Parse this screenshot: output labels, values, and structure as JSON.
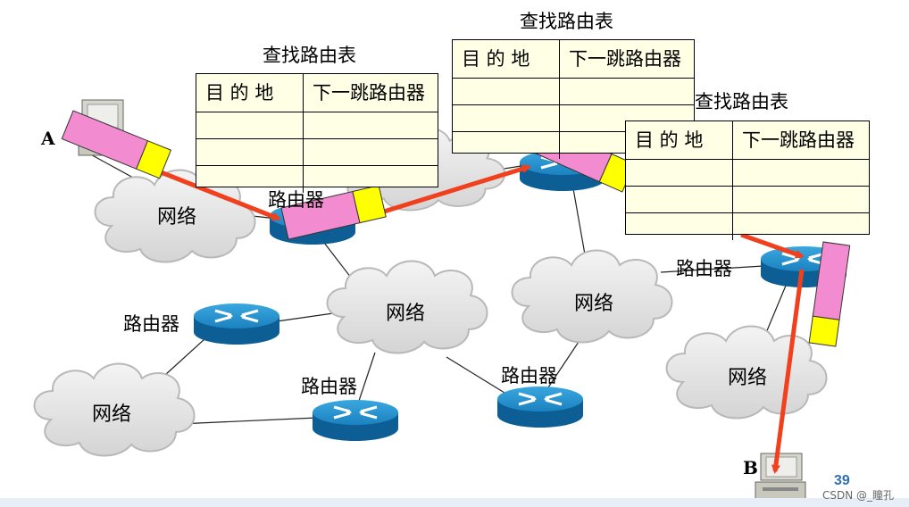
{
  "labels": {
    "network": "网络",
    "router": "路由器",
    "table_title": "查找路由表",
    "col_destination": "目 的 地",
    "col_next_hop": "下一跳路由器"
  },
  "hosts": {
    "a": "A",
    "b": "B"
  },
  "page_number": "39",
  "watermark": "CSDN @_瞳孔",
  "colors": {
    "route_arrow": "#f0401e",
    "packet_body": "#f38bd0",
    "packet_header": "#ffff00",
    "table_fill": "#ffffe6",
    "router_fill": "#1d8ac6"
  },
  "icons": [
    "router-icon",
    "network-cloud-icon",
    "computer-icon",
    "packet-icon"
  ]
}
